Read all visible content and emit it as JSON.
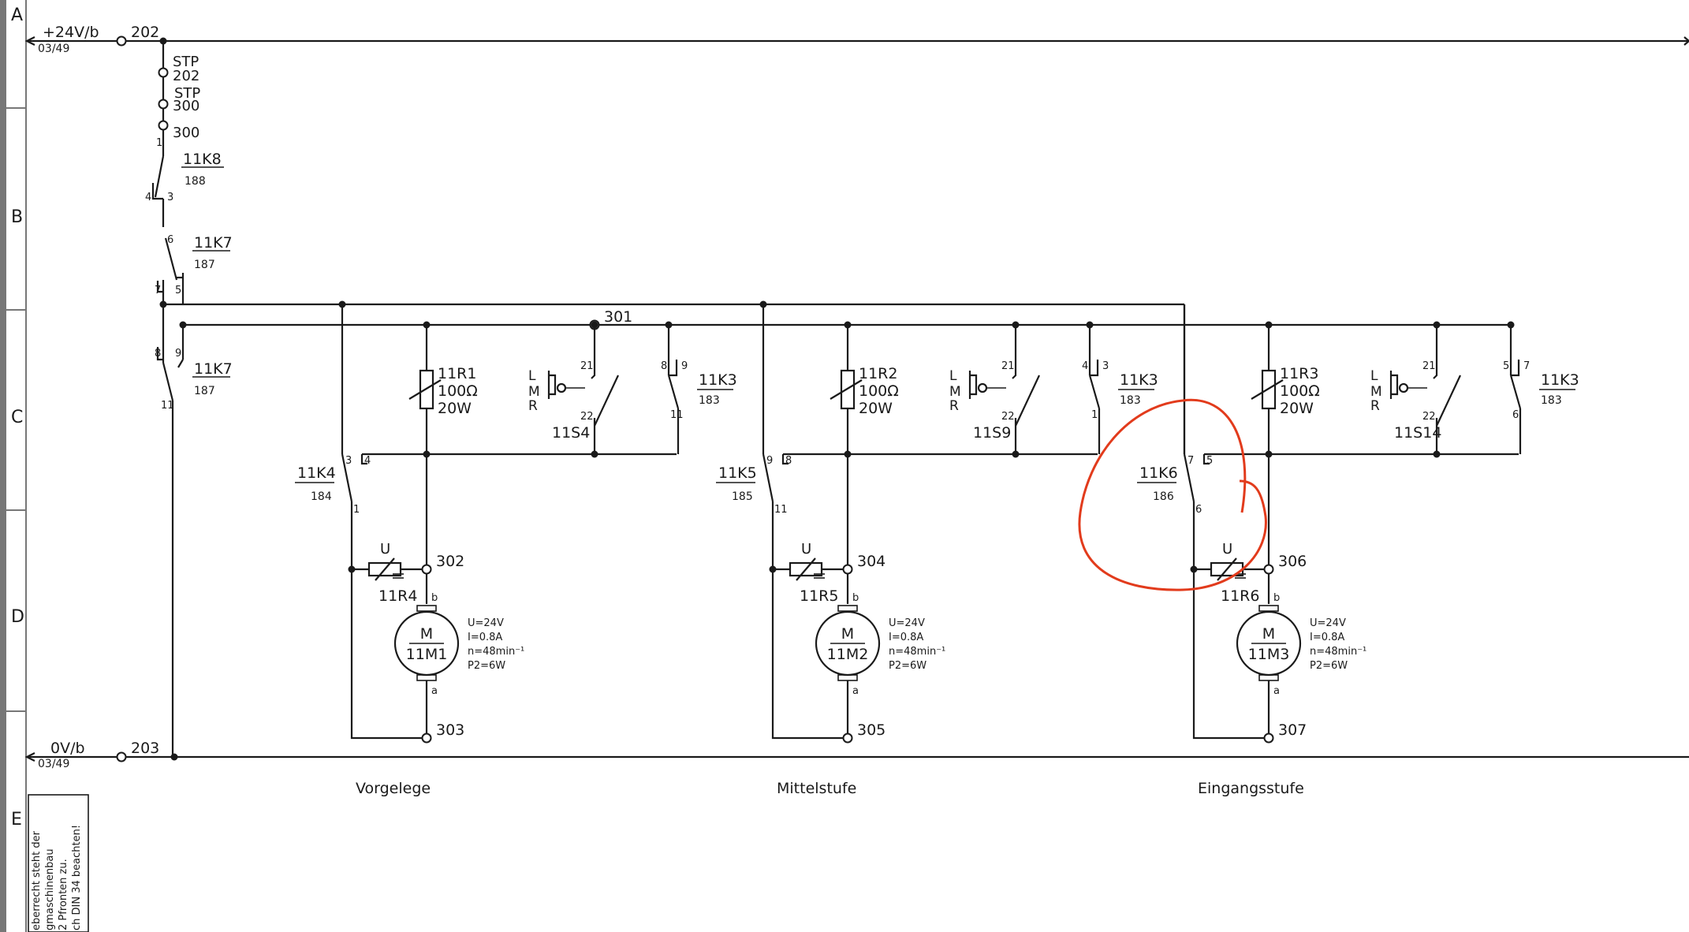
{
  "row_labels": [
    "A",
    "B",
    "C",
    "D",
    "E"
  ],
  "supply_top": {
    "name": "+24V/b",
    "ref": "03/49",
    "node": "202"
  },
  "supply_bottom": {
    "name": "0V/b",
    "ref": "03/49",
    "node": "203"
  },
  "stp": [
    {
      "label": "STP",
      "node": "202"
    },
    {
      "label": "STP",
      "node": "300"
    }
  ],
  "node_300": "300",
  "node_301": "301",
  "k8": {
    "name": "11K8",
    "ref": "188",
    "pins": [
      "1",
      "4",
      "3"
    ]
  },
  "k7a": {
    "name": "11K7",
    "ref": "187",
    "pins": [
      "6",
      "7",
      "5"
    ]
  },
  "k7b": {
    "name": "11K7",
    "ref": "187",
    "pins": [
      "8",
      "9",
      "11"
    ]
  },
  "lmr": [
    "L",
    "M",
    "R"
  ],
  "stages": [
    {
      "resistor": {
        "name": "11R1",
        "value": "100Ω",
        "power": "20W"
      },
      "switch": {
        "name": "11S4",
        "pins": [
          "21",
          "22"
        ]
      },
      "k3": {
        "name": "11K3",
        "ref": "183",
        "pins": [
          "8",
          "9",
          "11"
        ]
      },
      "k": {
        "name": "11K4",
        "ref": "184",
        "pins": [
          "3",
          "4",
          "1"
        ]
      },
      "sensor": {
        "u": "U",
        "name": "11R4"
      },
      "motor": {
        "m": "M",
        "name": "11M1",
        "top": "b",
        "bottom": "a",
        "specs": [
          "U=24V",
          "I=0.8A",
          "n=48min⁻¹",
          "P2=6W"
        ]
      },
      "node_top": "302",
      "node_bottom": "303",
      "title": "Vorgelege"
    },
    {
      "resistor": {
        "name": "11R2",
        "value": "100Ω",
        "power": "20W"
      },
      "switch": {
        "name": "11S9",
        "pins": [
          "21",
          "22"
        ]
      },
      "k3": {
        "name": "11K3",
        "ref": "183",
        "pins": [
          "4",
          "3",
          "1"
        ]
      },
      "k": {
        "name": "11K5",
        "ref": "185",
        "pins": [
          "9",
          "8",
          "11"
        ]
      },
      "sensor": {
        "u": "U",
        "name": "11R5"
      },
      "motor": {
        "m": "M",
        "name": "11M2",
        "top": "b",
        "bottom": "a",
        "specs": [
          "U=24V",
          "I=0.8A",
          "n=48min⁻¹",
          "P2=6W"
        ]
      },
      "node_top": "304",
      "node_bottom": "305",
      "title": "Mittelstufe"
    },
    {
      "resistor": {
        "name": "11R3",
        "value": "100Ω",
        "power": "20W"
      },
      "switch": {
        "name": "11S14",
        "pins": [
          "21",
          "22"
        ]
      },
      "k3": {
        "name": "11K3",
        "ref": "183",
        "pins": [
          "5",
          "7",
          "6"
        ]
      },
      "k": {
        "name": "11K6",
        "ref": "186",
        "pins": [
          "7",
          "5",
          "6"
        ]
      },
      "sensor": {
        "u": "U",
        "name": "11R6"
      },
      "motor": {
        "m": "M",
        "name": "11M3",
        "top": "b",
        "bottom": "a",
        "specs": [
          "U=24V",
          "I=0.8A",
          "n=48min⁻¹",
          "P2=6W"
        ]
      },
      "node_top": "306",
      "node_bottom": "307",
      "title": "Eingangsstufe"
    }
  ],
  "note_lines": [
    "eberrecht steht der",
    "gmaschinenbau",
    "2 Pfronten zu.",
    "ch DIN 34 beachten!"
  ],
  "colors": {
    "line": "#1a1a1a",
    "frame": "#777777",
    "annotation": "#e23b1c"
  }
}
